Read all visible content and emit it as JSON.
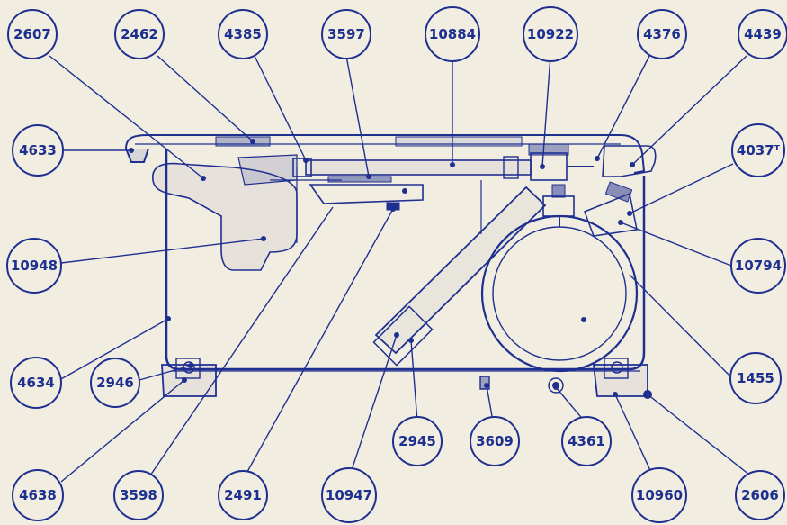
{
  "diagram": {
    "ink_color": "#1f2f90",
    "paper_color": "#f1ede0",
    "callouts": [
      {
        "id": "c-2607",
        "label": "2607"
      },
      {
        "id": "c-2462",
        "label": "2462"
      },
      {
        "id": "c-4385",
        "label": "4385"
      },
      {
        "id": "c-3597",
        "label": "3597"
      },
      {
        "id": "c-10884",
        "label": "10884"
      },
      {
        "id": "c-10922",
        "label": "10922"
      },
      {
        "id": "c-4376",
        "label": "4376"
      },
      {
        "id": "c-4439",
        "label": "4439"
      },
      {
        "id": "c-4633",
        "label": "4633"
      },
      {
        "id": "c-4037",
        "label": "4037ᵀ"
      },
      {
        "id": "c-10948",
        "label": "10948"
      },
      {
        "id": "c-10794",
        "label": "10794"
      },
      {
        "id": "c-4634",
        "label": "4634"
      },
      {
        "id": "c-2946",
        "label": "2946"
      },
      {
        "id": "c-1455",
        "label": "1455"
      },
      {
        "id": "c-2945",
        "label": "2945"
      },
      {
        "id": "c-3609",
        "label": "3609"
      },
      {
        "id": "c-4361",
        "label": "4361"
      },
      {
        "id": "c-4638",
        "label": "4638"
      },
      {
        "id": "c-3598",
        "label": "3598"
      },
      {
        "id": "c-2491",
        "label": "2491"
      },
      {
        "id": "c-10947",
        "label": "10947"
      },
      {
        "id": "c-10960",
        "label": "10960"
      },
      {
        "id": "c-2606",
        "label": "2606"
      }
    ]
  }
}
